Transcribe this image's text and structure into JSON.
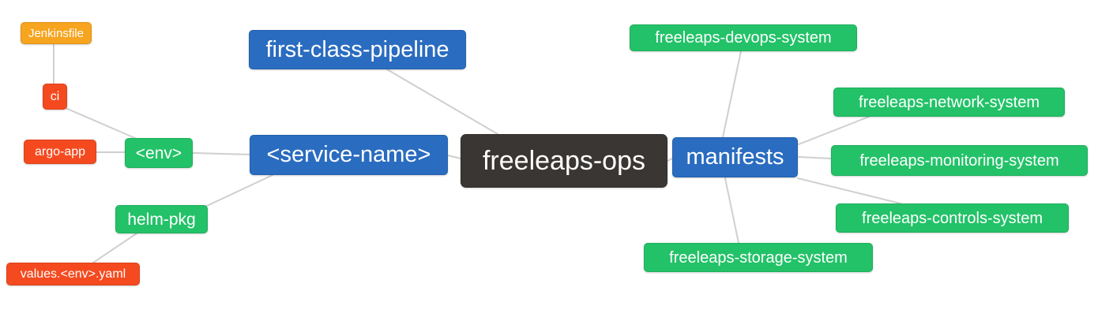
{
  "palette": {
    "blue": "#2a6cc0",
    "green": "#23c268",
    "red": "#f54a1f",
    "amber": "#f7a41f",
    "dark": "#3a3633",
    "edge_line": "#cfcfcf",
    "node_text": "#ffffff",
    "background": "#ffffff"
  },
  "mindmap": {
    "root_id": "freeleaps_ops",
    "nodes": {
      "freeleaps_ops": {
        "label": "freeleaps-ops",
        "color": "dark"
      },
      "first_class_pipeline": {
        "label": "first-class-pipeline",
        "color": "blue"
      },
      "service_name": {
        "label": "<service-name>",
        "color": "blue"
      },
      "manifests": {
        "label": "manifests",
        "color": "blue"
      },
      "env": {
        "label": "<env>",
        "color": "green"
      },
      "helm_pkg": {
        "label": "helm-pkg",
        "color": "green"
      },
      "ci": {
        "label": "ci",
        "color": "red"
      },
      "argo_app": {
        "label": "argo-app",
        "color": "red"
      },
      "values_env_yaml": {
        "label": "values.<env>.yaml",
        "color": "red"
      },
      "jenkinsfile": {
        "label": "Jenkinsfile",
        "color": "amber"
      },
      "devops_system": {
        "label": "freeleaps-devops-system",
        "color": "green"
      },
      "network_system": {
        "label": "freeleaps-network-system",
        "color": "green"
      },
      "monitoring_system": {
        "label": "freeleaps-monitoring-system",
        "color": "green"
      },
      "controls_system": {
        "label": "freeleaps-controls-system",
        "color": "green"
      },
      "storage_system": {
        "label": "freeleaps-storage-system",
        "color": "green"
      }
    },
    "edges": [
      {
        "from": "jenkinsfile",
        "to": "ci"
      },
      {
        "from": "ci",
        "to": "env"
      },
      {
        "from": "argo_app",
        "to": "env"
      },
      {
        "from": "env",
        "to": "service_name"
      },
      {
        "from": "service_name",
        "to": "helm_pkg"
      },
      {
        "from": "helm_pkg",
        "to": "values_env_yaml"
      },
      {
        "from": "first_class_pipeline",
        "to": "freeleaps_ops"
      },
      {
        "from": "service_name",
        "to": "freeleaps_ops"
      },
      {
        "from": "freeleaps_ops",
        "to": "manifests"
      },
      {
        "from": "manifests",
        "to": "devops_system"
      },
      {
        "from": "manifests",
        "to": "network_system"
      },
      {
        "from": "manifests",
        "to": "monitoring_system"
      },
      {
        "from": "manifests",
        "to": "controls_system"
      },
      {
        "from": "manifests",
        "to": "storage_system"
      }
    ]
  }
}
